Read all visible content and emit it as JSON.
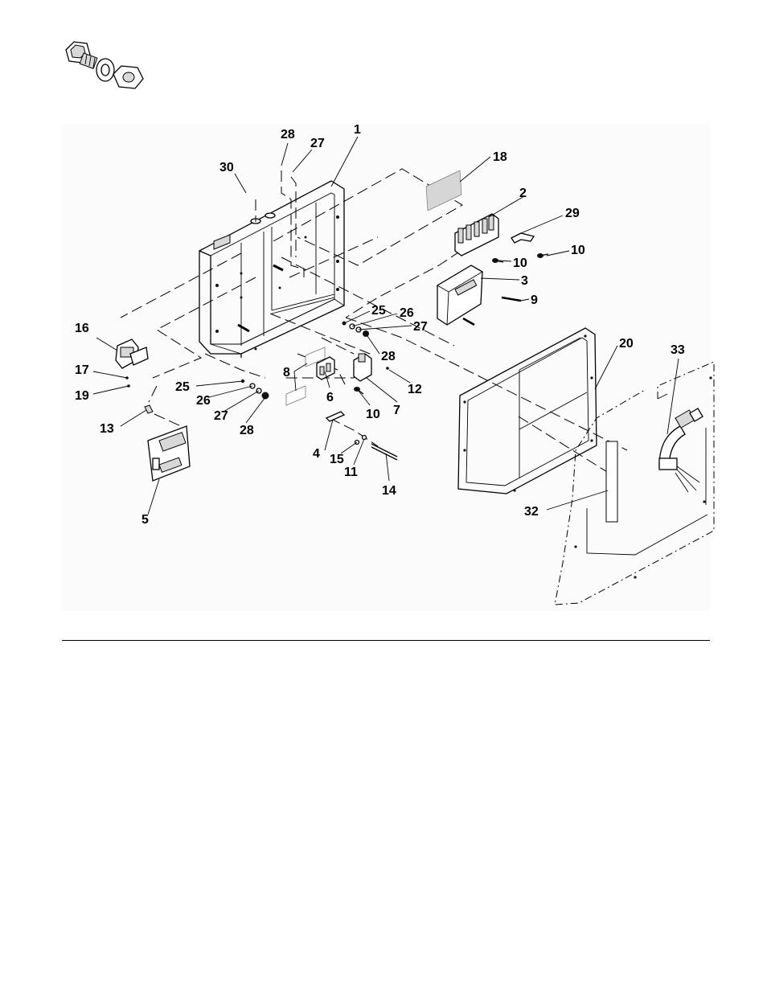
{
  "diagram": {
    "callouts": {
      "c1": "1",
      "c2": "2",
      "c3": "3",
      "c4": "4",
      "c5": "5",
      "c6": "6",
      "c7": "7",
      "c8": "8",
      "c9": "9",
      "c10a": "10",
      "c10b": "10",
      "c10c": "10",
      "c11": "11",
      "c12": "12",
      "c13": "13",
      "c14": "14",
      "c15": "15",
      "c16": "16",
      "c17": "17",
      "c18": "18",
      "c19": "19",
      "c20": "20",
      "c25a": "25",
      "c25b": "25",
      "c26a": "26",
      "c26b": "26",
      "c27a": "27",
      "c27b": "27",
      "c27c": "27",
      "c28a": "28",
      "c28b": "28",
      "c28c": "28",
      "c29": "29",
      "c30": "30",
      "c32": "32",
      "c33": "33"
    },
    "icons": {
      "hardware": "bolt-washer-nut-icon",
      "enclosure": "enclosure-box-icon",
      "gasket": "gasket-frame-icon",
      "panel": "door-panel-icon"
    }
  }
}
